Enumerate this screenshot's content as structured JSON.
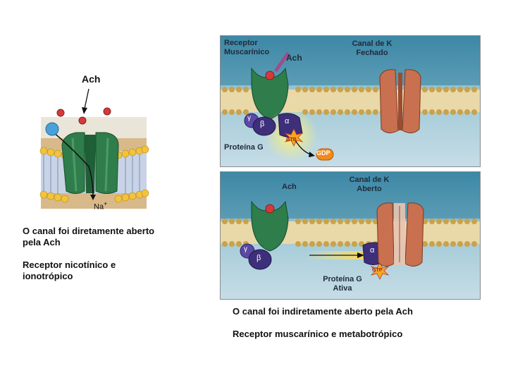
{
  "left_figure": {
    "ach_label": "Ach",
    "ion_label": "Na",
    "ion_charge": "+",
    "caption_line1": "O canal foi diretamente aberto",
    "caption_line2": "pela Ach",
    "caption_line3": "Receptor nicotínico e",
    "caption_line4": "ionotrópico"
  },
  "top_panel": {
    "receptor_label_1": "Receptor",
    "receptor_label_2": "Muscarínico",
    "ach_label": "Ach",
    "channel_label_1": "Canal de K",
    "channel_label_2": "Fechado",
    "gamma": "γ",
    "beta": "β",
    "alpha": "α",
    "gtp": "GTP",
    "protein_label": "Proteína G",
    "gdp": "GDP"
  },
  "bottom_panel": {
    "ach_label": "Ach",
    "channel_label_1": "Canal de K",
    "channel_label_2": "Aberto",
    "gamma": "γ",
    "beta": "β",
    "alpha": "α",
    "gtp": "GTP",
    "protein_label_1": "Proteína G",
    "protein_label_2": "Ativa"
  },
  "right_caption": {
    "line1": "O canal foi indiretamente aberto pela Ach",
    "line2": "Receptor muscarínico e metabotrópico"
  },
  "colors": {
    "receptor_green": "#2e7d4b",
    "channel_orange": "#c8704f",
    "protein_purple": "#3d2f7a",
    "gtp_orange": "#f08a1c",
    "ach_red": "#d33a3a",
    "panel_blue": "#5f9fb8"
  }
}
